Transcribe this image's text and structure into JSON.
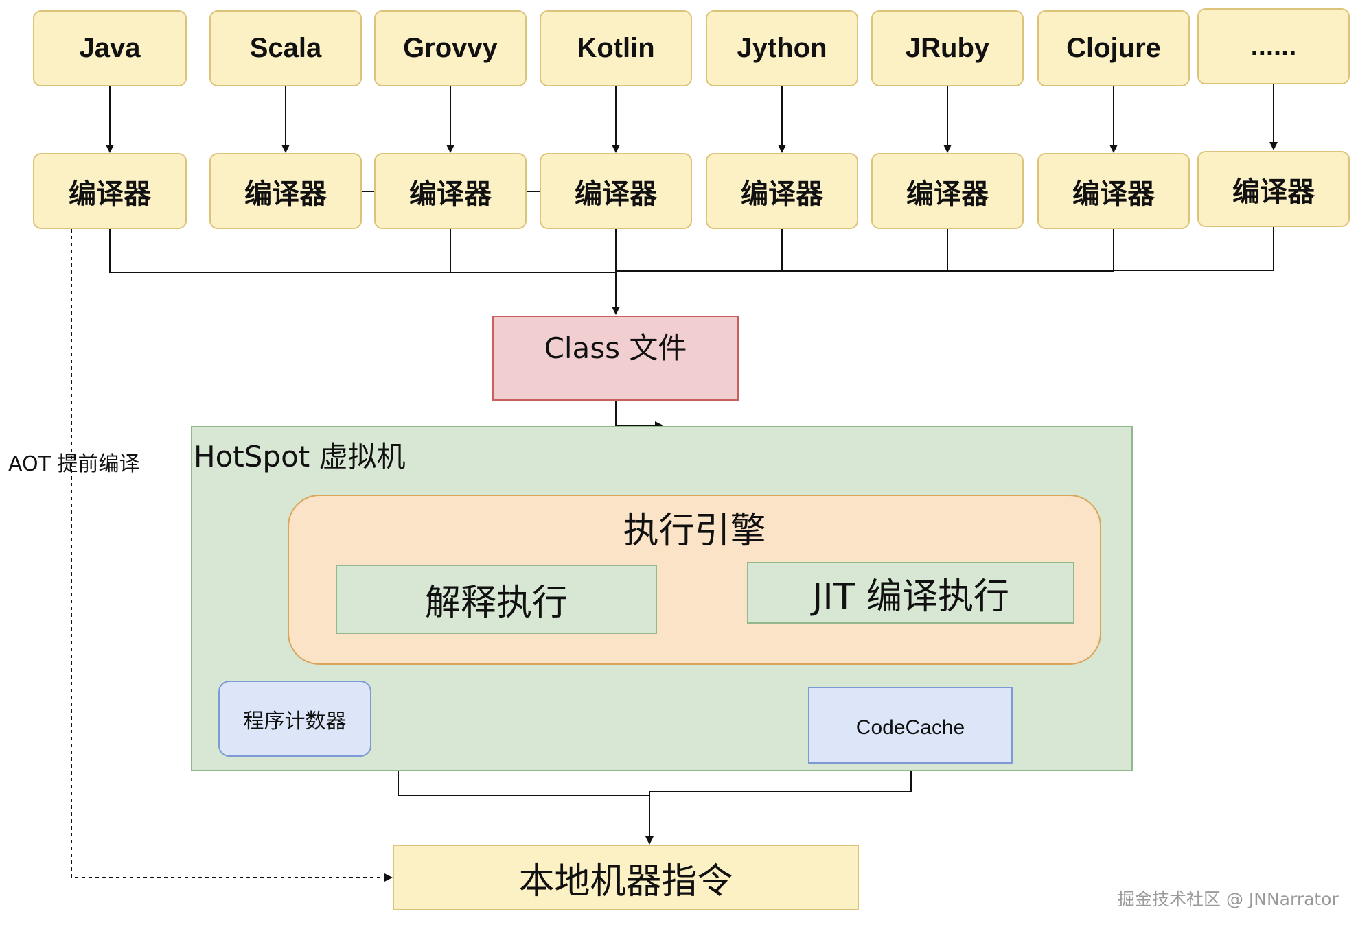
{
  "languages": [
    {
      "label": "Java"
    },
    {
      "label": "Scala"
    },
    {
      "label": "Grovvy"
    },
    {
      "label": "Kotlin"
    },
    {
      "label": "Jython"
    },
    {
      "label": "JRuby"
    },
    {
      "label": "Clojure"
    },
    {
      "label": "......"
    }
  ],
  "compiler_label": "编译器",
  "class_file": "Class 文件",
  "vm": {
    "title": "HotSpot 虚拟机",
    "engine": "执行引擎",
    "interpret": "解释执行",
    "jit": "JIT 编译执行",
    "program_counter": "程序计数器",
    "code_cache": "CodeCache"
  },
  "native_code": "本地机器指令",
  "aot_label": "AOT 提前编译",
  "watermark": "掘金技术社区 @ JNNarrator",
  "colors": {
    "yellow_fill": "#fcf0c5",
    "red_fill": "#f1cfd0",
    "green_fill": "#d8e7d4",
    "orange_fill": "#fbe3c8",
    "blue_fill": "#dce6f8"
  }
}
